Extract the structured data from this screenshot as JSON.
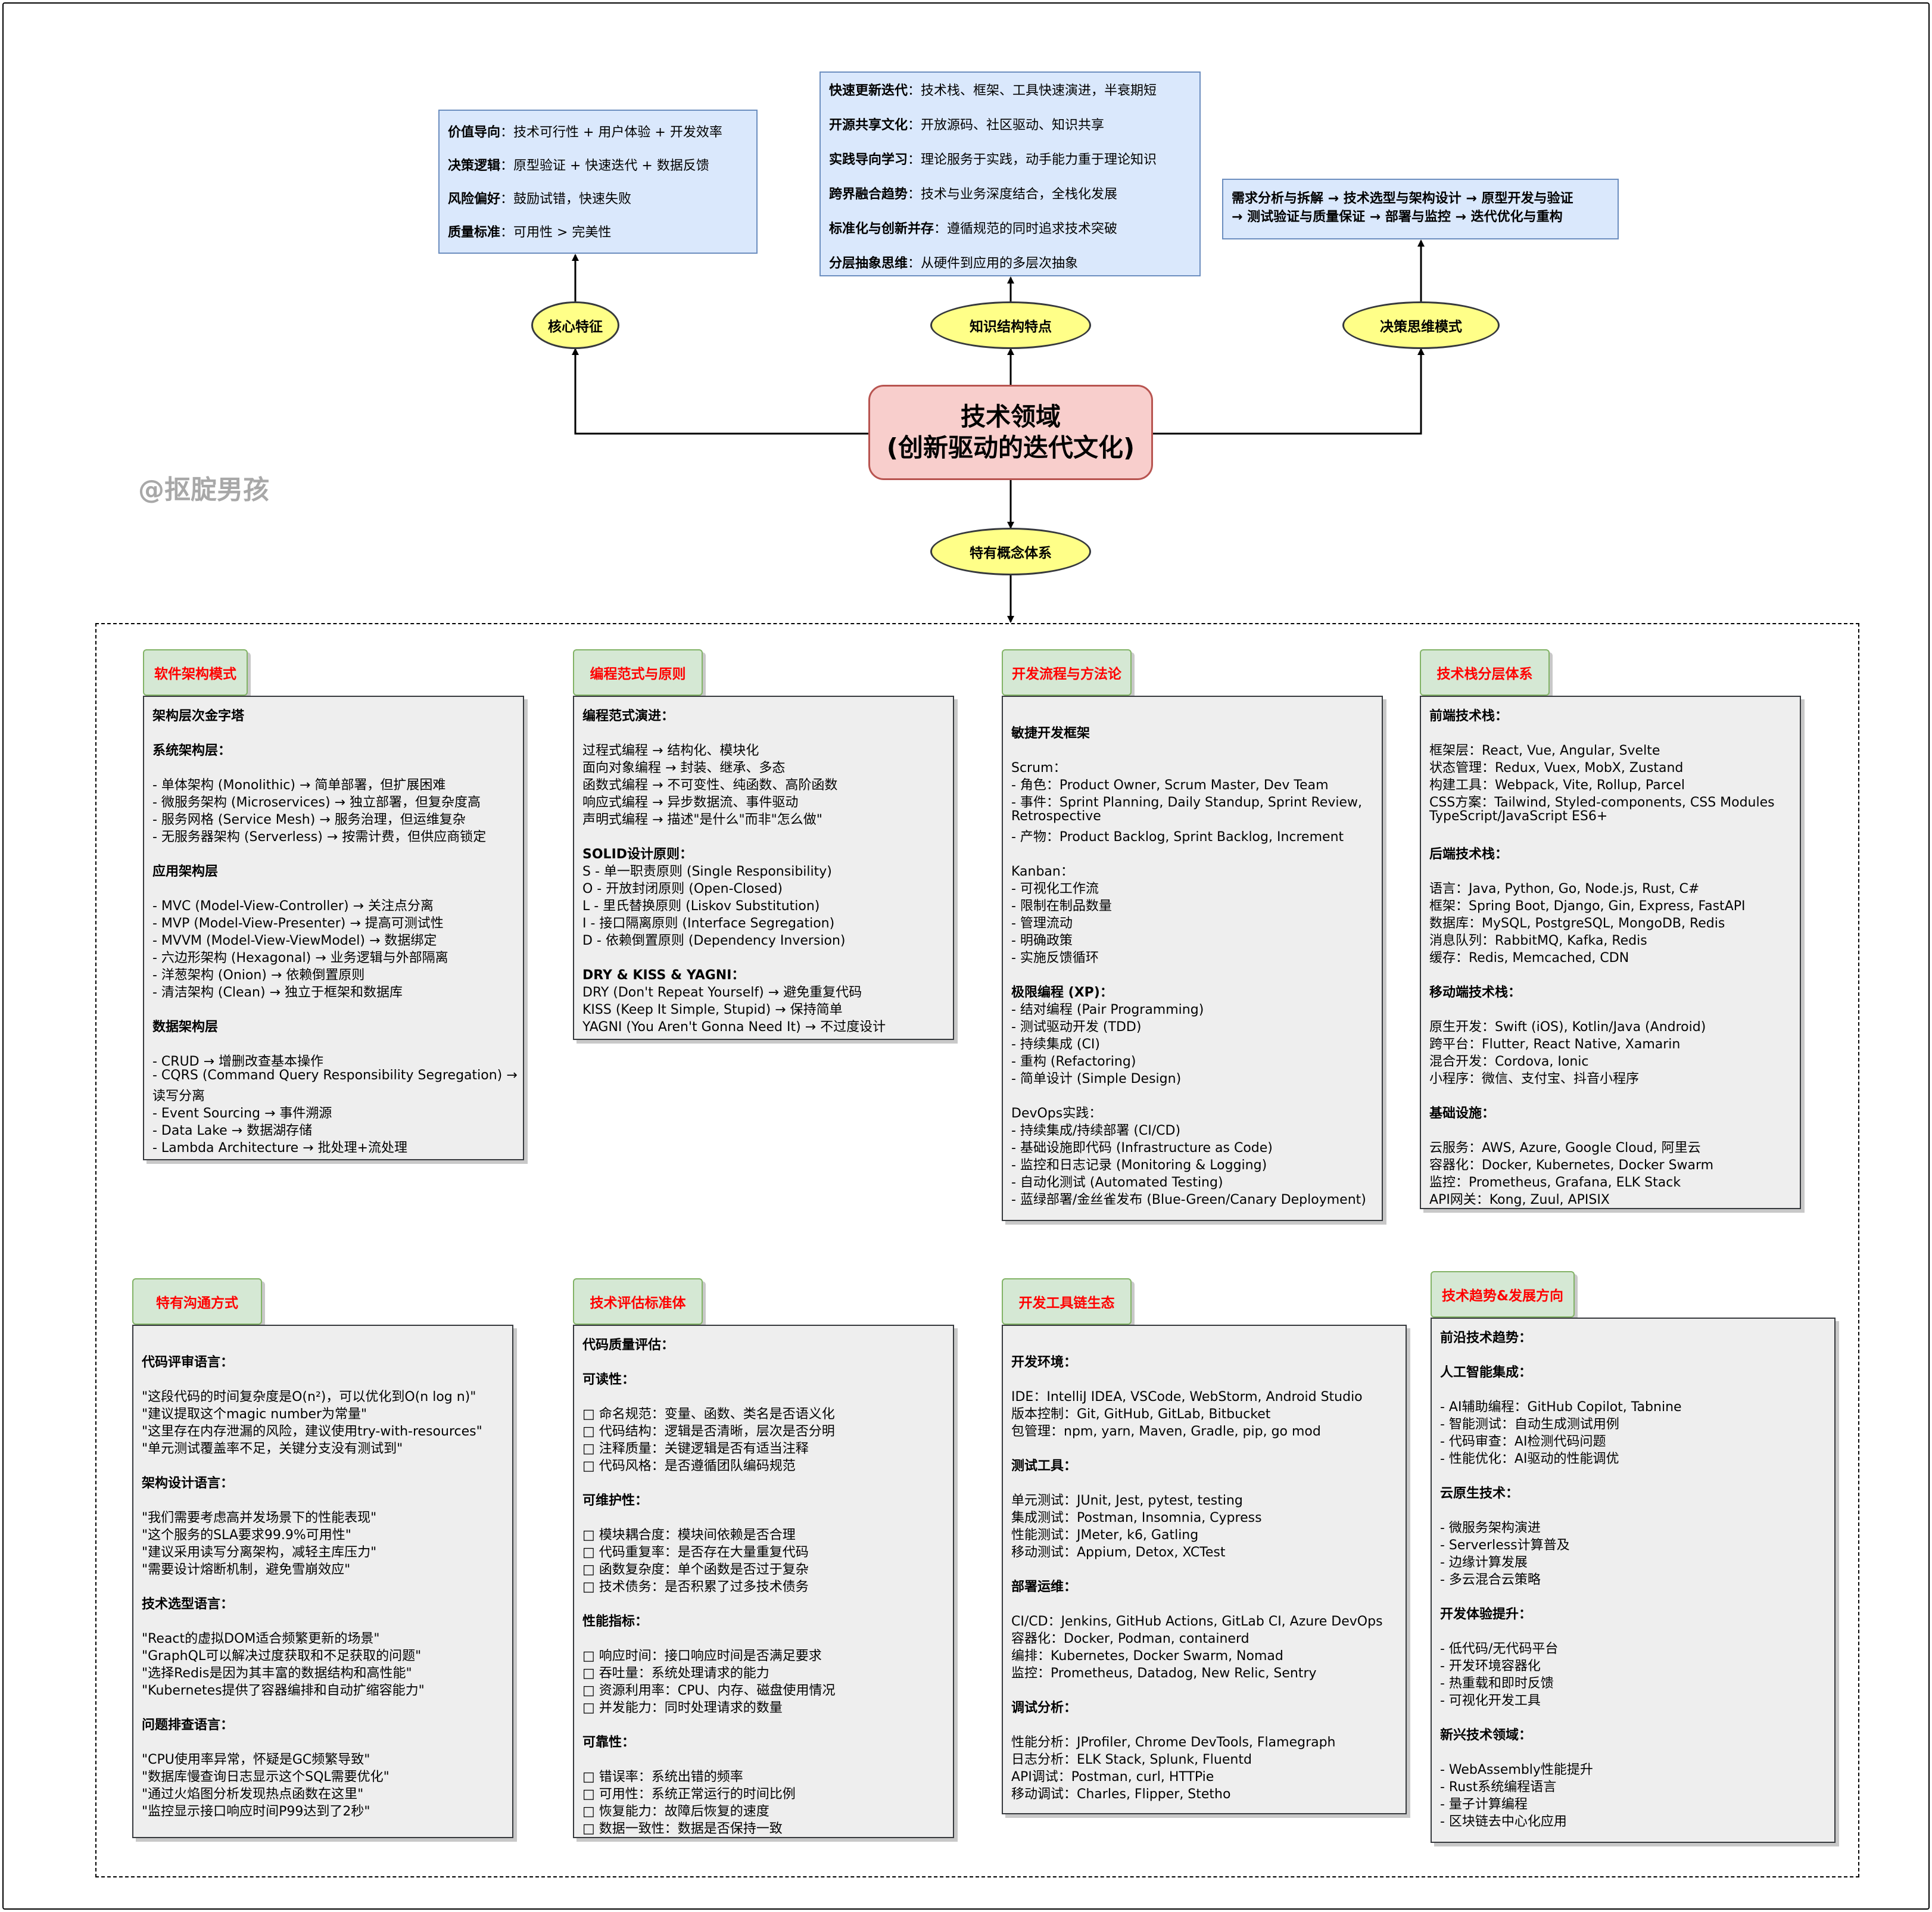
{
  "watermark": "@抠腚男孩",
  "center": {
    "line1": "技术领域",
    "line2": "(创新驱动的迭代文化)"
  },
  "branches": {
    "core": "核心特征",
    "knowledge": "知识结构特点",
    "decision": "决策思维模式",
    "concepts": "特有概念体系"
  },
  "core_box": [
    {
      "key": "价值导向",
      "text": "：技术可行性 + 用户体验 + 开发效率"
    },
    {
      "key": "决策逻辑",
      "text": "：原型验证 + 快速迭代 + 数据反馈"
    },
    {
      "key": "风险偏好",
      "text": "：鼓励试错，快速失败"
    },
    {
      "key": "质量标准",
      "text": "：可用性 > 完美性"
    }
  ],
  "knowledge_box": [
    {
      "key": "快速更新迭代",
      "text": "：技术栈、框架、工具快速演进，半衰期短"
    },
    {
      "key": "开源共享文化",
      "text": "：开放源码、社区驱动、知识共享"
    },
    {
      "key": "实践导向学习",
      "text": "：理论服务于实践，动手能力重于理论知识"
    },
    {
      "key": "跨界融合趋势",
      "text": "：技术与业务深度结合，全栈化发展"
    },
    {
      "key": "标准化与创新并存",
      "text": "：遵循规范的同时追求技术突破"
    },
    {
      "key": "分层抽象思维",
      "text": "：从硬件到应用的多层次抽象"
    }
  ],
  "decision_box": {
    "line1": "需求分析与拆解 → 技术选型与架构设计 → 原型开发与验证",
    "line2": "→ 测试验证与质量保证 → 部署与监控 → 迭代优化与重构"
  },
  "panels": [
    {
      "title": "软件架构模式",
      "lines": [
        {
          "t": "架构层次金字塔",
          "h": true
        },
        {
          "t": ""
        },
        {
          "t": "系统架构层：",
          "h": true
        },
        {
          "t": ""
        },
        {
          "t": "- 单体架构 (Monolithic) → 简单部署，但扩展困难"
        },
        {
          "t": "- 微服务架构 (Microservices) → 独立部署，但复杂度高"
        },
        {
          "t": "- 服务网格 (Service Mesh) → 服务治理，但运维复杂"
        },
        {
          "t": "- 无服务器架构 (Serverless) → 按需计费，但供应商锁定"
        },
        {
          "t": ""
        },
        {
          "t": "应用架构层",
          "h": true
        },
        {
          "t": ""
        },
        {
          "t": "- MVC (Model-View-Controller) → 关注点分离"
        },
        {
          "t": "- MVP (Model-View-Presenter) → 提高可测试性"
        },
        {
          "t": "- MVVM (Model-View-ViewModel) → 数据绑定"
        },
        {
          "t": "- 六边形架构 (Hexagonal) → 业务逻辑与外部隔离"
        },
        {
          "t": "- 洋葱架构 (Onion) → 依赖倒置原则"
        },
        {
          "t": "- 清洁架构 (Clean) → 独立于框架和数据库"
        },
        {
          "t": ""
        },
        {
          "t": "数据架构层",
          "h": true
        },
        {
          "t": ""
        },
        {
          "t": "- CRUD → 增删改查基本操作"
        },
        {
          "t": "- CQRS (Command Query Responsibility Segregation) →"
        },
        {
          "t": "读写分离"
        },
        {
          "t": "- Event Sourcing → 事件溯源"
        },
        {
          "t": "- Data Lake → 数据湖存储"
        },
        {
          "t": "- Lambda Architecture → 批处理+流处理"
        }
      ]
    },
    {
      "title": "编程范式与原则",
      "lines": [
        {
          "t": "编程范式演进：",
          "h": true
        },
        {
          "t": ""
        },
        {
          "t": "过程式编程 → 结构化、模块化"
        },
        {
          "t": "面向对象编程 → 封装、继承、多态"
        },
        {
          "t": "函数式编程 → 不可变性、纯函数、高阶函数"
        },
        {
          "t": "响应式编程 → 异步数据流、事件驱动"
        },
        {
          "t": "声明式编程 → 描述\"是什么\"而非\"怎么做\""
        },
        {
          "t": ""
        },
        {
          "t": "SOLID设计原则：",
          "h": true
        },
        {
          "t": "S - 单一职责原则 (Single Responsibility)"
        },
        {
          "t": "O - 开放封闭原则 (Open-Closed)"
        },
        {
          "t": "L - 里氏替换原则 (Liskov Substitution)"
        },
        {
          "t": "I - 接口隔离原则 (Interface Segregation)"
        },
        {
          "t": "D - 依赖倒置原则 (Dependency Inversion)"
        },
        {
          "t": ""
        },
        {
          "t": "DRY & KISS & YAGNI：",
          "h": true
        },
        {
          "t": "DRY (Don't Repeat Yourself) → 避免重复代码"
        },
        {
          "t": "KISS (Keep It Simple, Stupid) → 保持简单"
        },
        {
          "t": "YAGNI (You Aren't Gonna Need It) → 不过度设计"
        }
      ]
    },
    {
      "title": "开发流程与方法论",
      "lines": [
        {
          "t": ""
        },
        {
          "t": "敏捷开发框架",
          "h": true
        },
        {
          "t": ""
        },
        {
          "t": "Scrum："
        },
        {
          "t": "- 角色：Product Owner, Scrum Master, Dev Team"
        },
        {
          "t": "- 事件：Sprint Planning, Daily Standup, Sprint Review,"
        },
        {
          "t": "Retrospective"
        },
        {
          "t": "- 产物：Product Backlog, Sprint Backlog, Increment"
        },
        {
          "t": ""
        },
        {
          "t": "Kanban："
        },
        {
          "t": "- 可视化工作流"
        },
        {
          "t": "- 限制在制品数量"
        },
        {
          "t": "- 管理流动"
        },
        {
          "t": "- 明确政策"
        },
        {
          "t": "- 实施反馈循环"
        },
        {
          "t": ""
        },
        {
          "t": "极限编程 (XP)：",
          "h": true
        },
        {
          "t": "- 结对编程 (Pair Programming)"
        },
        {
          "t": "- 测试驱动开发 (TDD)"
        },
        {
          "t": "- 持续集成 (CI)"
        },
        {
          "t": "- 重构 (Refactoring)"
        },
        {
          "t": "- 简单设计 (Simple Design)"
        },
        {
          "t": ""
        },
        {
          "t": "DevOps实践："
        },
        {
          "t": "- 持续集成/持续部署 (CI/CD)"
        },
        {
          "t": "- 基础设施即代码 (Infrastructure as Code)"
        },
        {
          "t": "- 监控和日志记录 (Monitoring & Logging)"
        },
        {
          "t": "- 自动化测试 (Automated Testing)"
        },
        {
          "t": "- 蓝绿部署/金丝雀发布 (Blue-Green/Canary Deployment)"
        }
      ]
    },
    {
      "title": "技术栈分层体系",
      "lines": [
        {
          "t": "前端技术栈：",
          "h": true
        },
        {
          "t": ""
        },
        {
          "t": "框架层：React, Vue, Angular, Svelte"
        },
        {
          "t": "状态管理：Redux, Vuex, MobX, Zustand"
        },
        {
          "t": "构建工具：Webpack, Vite, Rollup, Parcel"
        },
        {
          "t": "CSS方案：Tailwind, Styled-components, CSS Modules"
        },
        {
          "t": "TypeScript/JavaScript ES6+"
        },
        {
          "t": ""
        },
        {
          "t": "后端技术栈：",
          "h": true
        },
        {
          "t": ""
        },
        {
          "t": "语言：Java, Python, Go, Node.js, Rust, C#"
        },
        {
          "t": "框架：Spring Boot, Django, Gin, Express, FastAPI"
        },
        {
          "t": "数据库：MySQL, PostgreSQL, MongoDB, Redis"
        },
        {
          "t": "消息队列：RabbitMQ, Kafka, Redis"
        },
        {
          "t": "缓存：Redis, Memcached, CDN"
        },
        {
          "t": ""
        },
        {
          "t": "移动端技术栈：",
          "h": true
        },
        {
          "t": ""
        },
        {
          "t": "原生开发：Swift (iOS), Kotlin/Java (Android)"
        },
        {
          "t": "跨平台：Flutter, React Native, Xamarin"
        },
        {
          "t": "混合开发：Cordova, Ionic"
        },
        {
          "t": "小程序：微信、支付宝、抖音小程序"
        },
        {
          "t": ""
        },
        {
          "t": "基础设施：",
          "h": true
        },
        {
          "t": ""
        },
        {
          "t": "云服务：AWS, Azure, Google Cloud, 阿里云"
        },
        {
          "t": "容器化：Docker, Kubernetes, Docker Swarm"
        },
        {
          "t": "监控：Prometheus, Grafana, ELK Stack"
        },
        {
          "t": "API网关：Kong, Zuul, APISIX"
        }
      ]
    },
    {
      "title": "特有沟通方式",
      "lines": [
        {
          "t": ""
        },
        {
          "t": "代码评审语言：",
          "h": true
        },
        {
          "t": ""
        },
        {
          "t": "\"这段代码的时间复杂度是O(n²)，可以优化到O(n log n)\""
        },
        {
          "t": "\"建议提取这个magic number为常量\""
        },
        {
          "t": "\"这里存在内存泄漏的风险，建议使用try-with-resources\""
        },
        {
          "t": "\"单元测试覆盖率不足，关键分支没有测试到\""
        },
        {
          "t": ""
        },
        {
          "t": "架构设计语言：",
          "h": true
        },
        {
          "t": ""
        },
        {
          "t": "\"我们需要考虑高并发场景下的性能表现\""
        },
        {
          "t": "\"这个服务的SLA要求99.9%可用性\""
        },
        {
          "t": "\"建议采用读写分离架构，减轻主库压力\""
        },
        {
          "t": "\"需要设计熔断机制，避免雪崩效应\""
        },
        {
          "t": ""
        },
        {
          "t": "技术选型语言：",
          "h": true
        },
        {
          "t": ""
        },
        {
          "t": "\"React的虚拟DOM适合频繁更新的场景\""
        },
        {
          "t": "\"GraphQL可以解决过度获取和不足获取的问题\""
        },
        {
          "t": "\"选择Redis是因为其丰富的数据结构和高性能\""
        },
        {
          "t": "\"Kubernetes提供了容器编排和自动扩缩容能力\""
        },
        {
          "t": ""
        },
        {
          "t": "问题排查语言：",
          "h": true
        },
        {
          "t": ""
        },
        {
          "t": "\"CPU使用率异常，怀疑是GC频繁导致\""
        },
        {
          "t": "\"数据库慢查询日志显示这个SQL需要优化\""
        },
        {
          "t": "\"通过火焰图分析发现热点函数在这里\""
        },
        {
          "t": "\"监控显示接口响应时间P99达到了2秒\""
        }
      ]
    },
    {
      "title": "技术评估标准体",
      "lines": [
        {
          "t": "代码质量评估：",
          "h": true
        },
        {
          "t": ""
        },
        {
          "t": "可读性：",
          "h": true
        },
        {
          "t": ""
        },
        {
          "t": "□ 命名规范：变量、函数、类名是否语义化"
        },
        {
          "t": "□ 代码结构：逻辑是否清晰，层次是否分明"
        },
        {
          "t": "□ 注释质量：关键逻辑是否有适当注释"
        },
        {
          "t": "□ 代码风格：是否遵循团队编码规范"
        },
        {
          "t": ""
        },
        {
          "t": "可维护性：",
          "h": true
        },
        {
          "t": ""
        },
        {
          "t": "□ 模块耦合度：模块间依赖是否合理"
        },
        {
          "t": "□ 代码重复率：是否存在大量重复代码"
        },
        {
          "t": "□ 函数复杂度：单个函数是否过于复杂"
        },
        {
          "t": "□ 技术债务：是否积累了过多技术债务"
        },
        {
          "t": ""
        },
        {
          "t": "性能指标：",
          "h": true
        },
        {
          "t": ""
        },
        {
          "t": "□ 响应时间：接口响应时间是否满足要求"
        },
        {
          "t": "□ 吞吐量：系统处理请求的能力"
        },
        {
          "t": "□ 资源利用率：CPU、内存、磁盘使用情况"
        },
        {
          "t": "□ 并发能力：同时处理请求的数量"
        },
        {
          "t": ""
        },
        {
          "t": "可靠性：",
          "h": true
        },
        {
          "t": ""
        },
        {
          "t": "□ 错误率：系统出错的频率"
        },
        {
          "t": "□ 可用性：系统正常运行的时间比例"
        },
        {
          "t": "□ 恢复能力：故障后恢复的速度"
        },
        {
          "t": "□ 数据一致性：数据是否保持一致"
        }
      ]
    },
    {
      "title": "开发工具链生态",
      "lines": [
        {
          "t": ""
        },
        {
          "t": "开发环境：",
          "h": true
        },
        {
          "t": ""
        },
        {
          "t": "IDE：IntelliJ IDEA, VSCode, WebStorm, Android Studio"
        },
        {
          "t": "版本控制：Git, GitHub, GitLab, Bitbucket"
        },
        {
          "t": "包管理：npm, yarn, Maven, Gradle, pip, go mod"
        },
        {
          "t": ""
        },
        {
          "t": "测试工具：",
          "h": true
        },
        {
          "t": ""
        },
        {
          "t": "单元测试：JUnit, Jest, pytest, testing"
        },
        {
          "t": "集成测试：Postman, Insomnia, Cypress"
        },
        {
          "t": "性能测试：JMeter, k6, Gatling"
        },
        {
          "t": "移动测试：Appium, Detox, XCTest"
        },
        {
          "t": ""
        },
        {
          "t": "部署运维：",
          "h": true
        },
        {
          "t": ""
        },
        {
          "t": "CI/CD：Jenkins, GitHub Actions, GitLab CI, Azure DevOps"
        },
        {
          "t": "容器化：Docker, Podman, containerd"
        },
        {
          "t": "编排：Kubernetes, Docker Swarm, Nomad"
        },
        {
          "t": "监控：Prometheus, Datadog, New Relic, Sentry"
        },
        {
          "t": ""
        },
        {
          "t": "调试分析：",
          "h": true
        },
        {
          "t": ""
        },
        {
          "t": "性能分析：JProfiler, Chrome DevTools, Flamegraph"
        },
        {
          "t": "日志分析：ELK Stack, Splunk, Fluentd"
        },
        {
          "t": "API调试：Postman, curl, HTTPie"
        },
        {
          "t": "移动调试：Charles, Flipper, Stetho"
        }
      ]
    },
    {
      "title": "技术趋势&发展方向",
      "lines": [
        {
          "t": "前沿技术趋势：",
          "h": true
        },
        {
          "t": ""
        },
        {
          "t": "人工智能集成：",
          "h": true
        },
        {
          "t": ""
        },
        {
          "t": "- AI辅助编程：GitHub Copilot, Tabnine"
        },
        {
          "t": "- 智能测试：自动生成测试用例"
        },
        {
          "t": "- 代码审查：AI检测代码问题"
        },
        {
          "t": "- 性能优化：AI驱动的性能调优"
        },
        {
          "t": ""
        },
        {
          "t": "云原生技术：",
          "h": true
        },
        {
          "t": ""
        },
        {
          "t": "- 微服务架构演进"
        },
        {
          "t": "- Serverless计算普及"
        },
        {
          "t": "- 边缘计算发展"
        },
        {
          "t": "- 多云混合云策略"
        },
        {
          "t": ""
        },
        {
          "t": "开发体验提升：",
          "h": true
        },
        {
          "t": ""
        },
        {
          "t": "- 低代码/无代码平台"
        },
        {
          "t": "- 开发环境容器化"
        },
        {
          "t": "- 热重载和即时反馈"
        },
        {
          "t": "- 可视化开发工具"
        },
        {
          "t": ""
        },
        {
          "t": "新兴技术领域：",
          "h": true
        },
        {
          "t": ""
        },
        {
          "t": "- WebAssembly性能提升"
        },
        {
          "t": "- Rust系统编程语言"
        },
        {
          "t": "- 量子计算编程"
        },
        {
          "t": "- 区块链去中心化应用"
        }
      ]
    }
  ]
}
